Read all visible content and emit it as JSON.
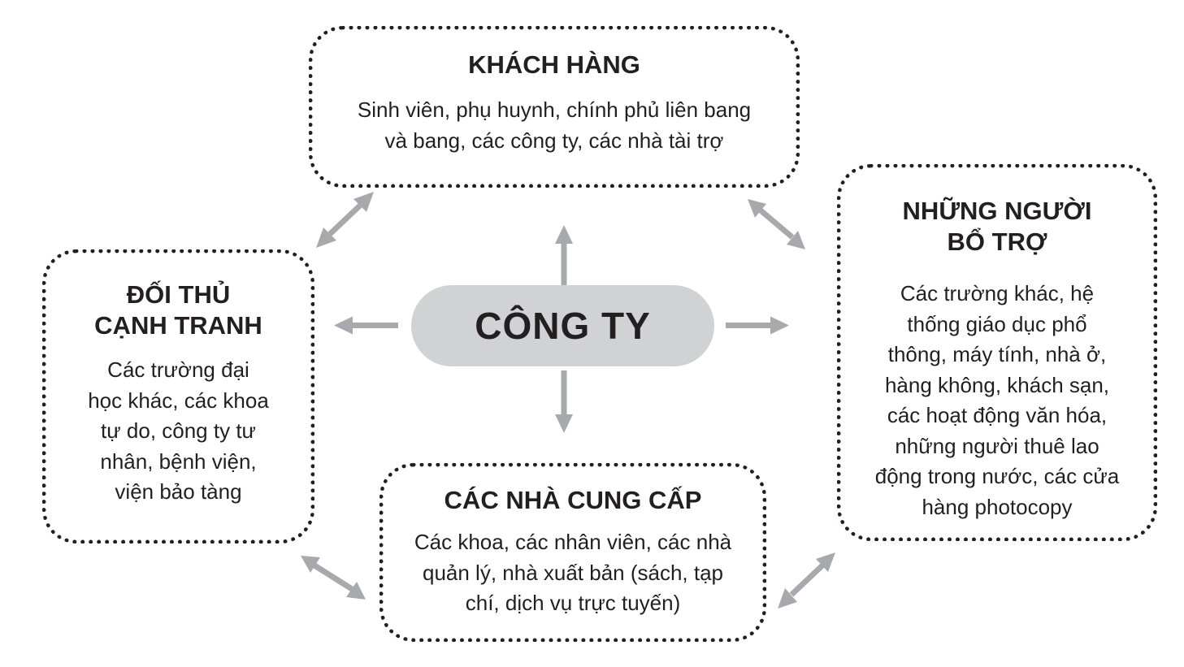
{
  "company": {
    "label": "CÔNG TY"
  },
  "customers": {
    "title": "KHÁCH HÀNG",
    "lines": [
      "Sinh viên, phụ huynh, chính phủ liên bang",
      "và bang, các công ty, các nhà tài trợ"
    ]
  },
  "competitors": {
    "title_lines": [
      "ĐỐI THỦ",
      "CẠNH TRANH"
    ],
    "lines": [
      "Các trường đại",
      "học khác, các khoa",
      "tự do, công ty tư",
      "nhân, bệnh viện,",
      "viện bảo tàng"
    ]
  },
  "suppliers": {
    "title": "CÁC NHÀ CUNG CẤP",
    "lines": [
      "Các khoa, các nhân viên, các nhà",
      "quản lý, nhà xuất bản (sách, tạp",
      "chí, dịch vụ trực tuyến)"
    ]
  },
  "complementors": {
    "title_lines": [
      "NHỮNG NGƯỜI",
      "BỔ TRỢ"
    ],
    "lines": [
      "Các trường khác, hệ",
      "thống giáo dục phổ",
      "thông, máy tính, nhà ở,",
      "hàng không, khách sạn,",
      "các hoạt động văn hóa,",
      "những người thuê lao",
      "động trong nước, các cửa",
      "hàng photocopy"
    ]
  },
  "colors": {
    "arrow": "#a7a9ac",
    "center_fill": "#d1d2d4",
    "text": "#231f20",
    "border": "#231f20"
  }
}
